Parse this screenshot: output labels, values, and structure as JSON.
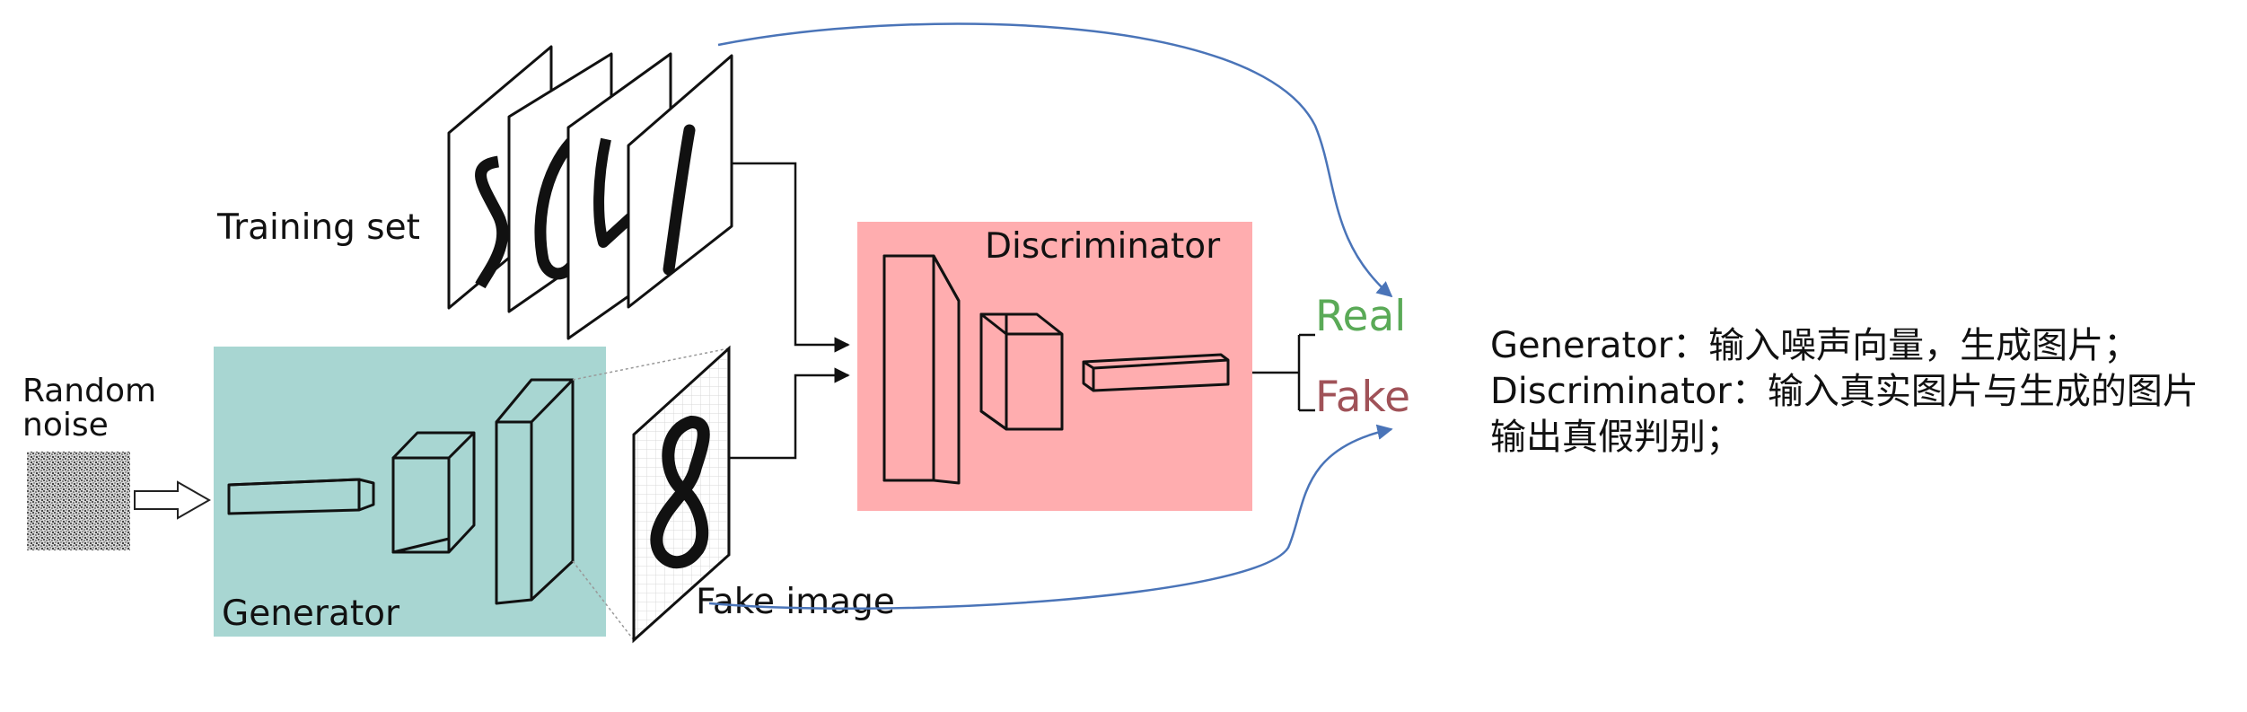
{
  "labels": {
    "training_set": "Training set",
    "random_noise_line1": "Random",
    "random_noise_line2": "noise",
    "generator": "Generator",
    "fake_image": "Fake image",
    "discriminator": "Discriminator",
    "real": "Real",
    "fake": "Fake"
  },
  "description": {
    "line1": "Generator：输入噪声向量，生成图片；",
    "line2": "Discriminator：输入真实图片与生成的图片",
    "line3": "输出真假判别；"
  },
  "colors": {
    "generator_box": "#a8d6d2",
    "discriminator_box": "#ffadaf",
    "real_text": "#5aaa57",
    "fake_text": "#a05258",
    "curve": "#4a74b8"
  }
}
